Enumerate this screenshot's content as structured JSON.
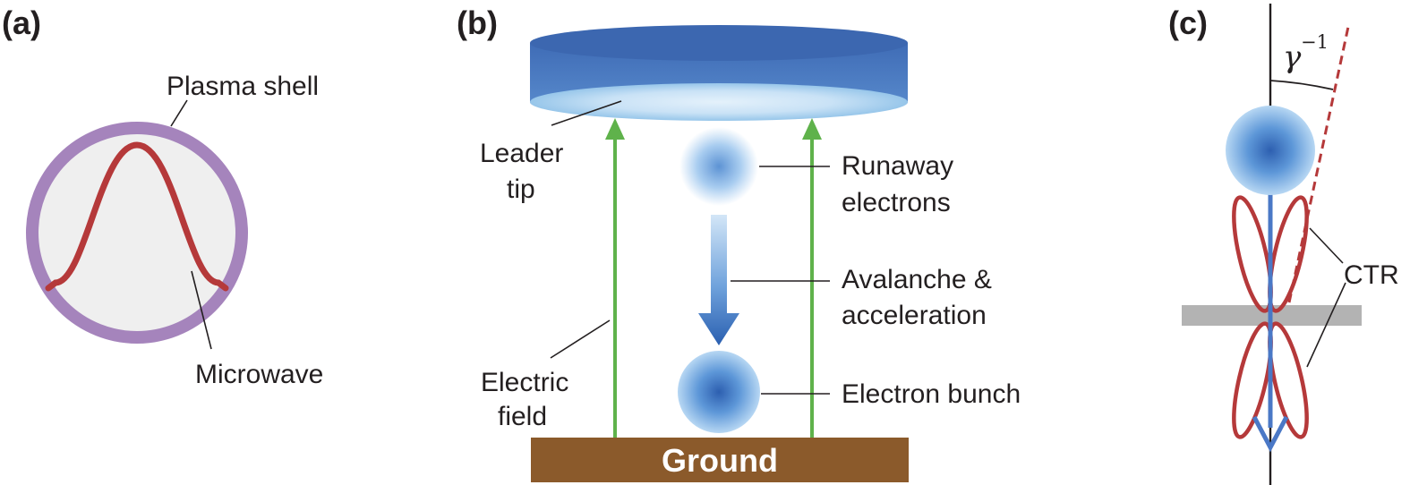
{
  "panels": {
    "a": {
      "label": "(a)",
      "plasma_shell_label": "Plasma shell",
      "microwave_label": "Microwave"
    },
    "b": {
      "label": "(b)",
      "leader_tip_lines": [
        "Leader",
        "tip"
      ],
      "runaway_lines": [
        "Runaway",
        "electrons"
      ],
      "avalanche_lines": [
        "Avalanche &",
        "acceleration"
      ],
      "electric_field_lines": [
        "Electric",
        "field"
      ],
      "electron_bunch_label": "Electron bunch",
      "ground_label": "Ground"
    },
    "c": {
      "label": "(c)",
      "gamma_symbol": "γ",
      "gamma_exponent": "−1",
      "ctr_label": "CTR"
    }
  },
  "colors": {
    "plasma_shell": "#a584bc",
    "shell_interior": "#efefef",
    "microwave": "#b5393a",
    "electric_field": "#5fb24b",
    "ground": "#8b5a2b",
    "leader_top": "#4a76bd",
    "electron_core": "#3366b8",
    "electron_edge": "#d6e7f7",
    "ctr_lobe": "#b5393a",
    "screen": "#b3b3b3",
    "axis": "#231f20"
  }
}
